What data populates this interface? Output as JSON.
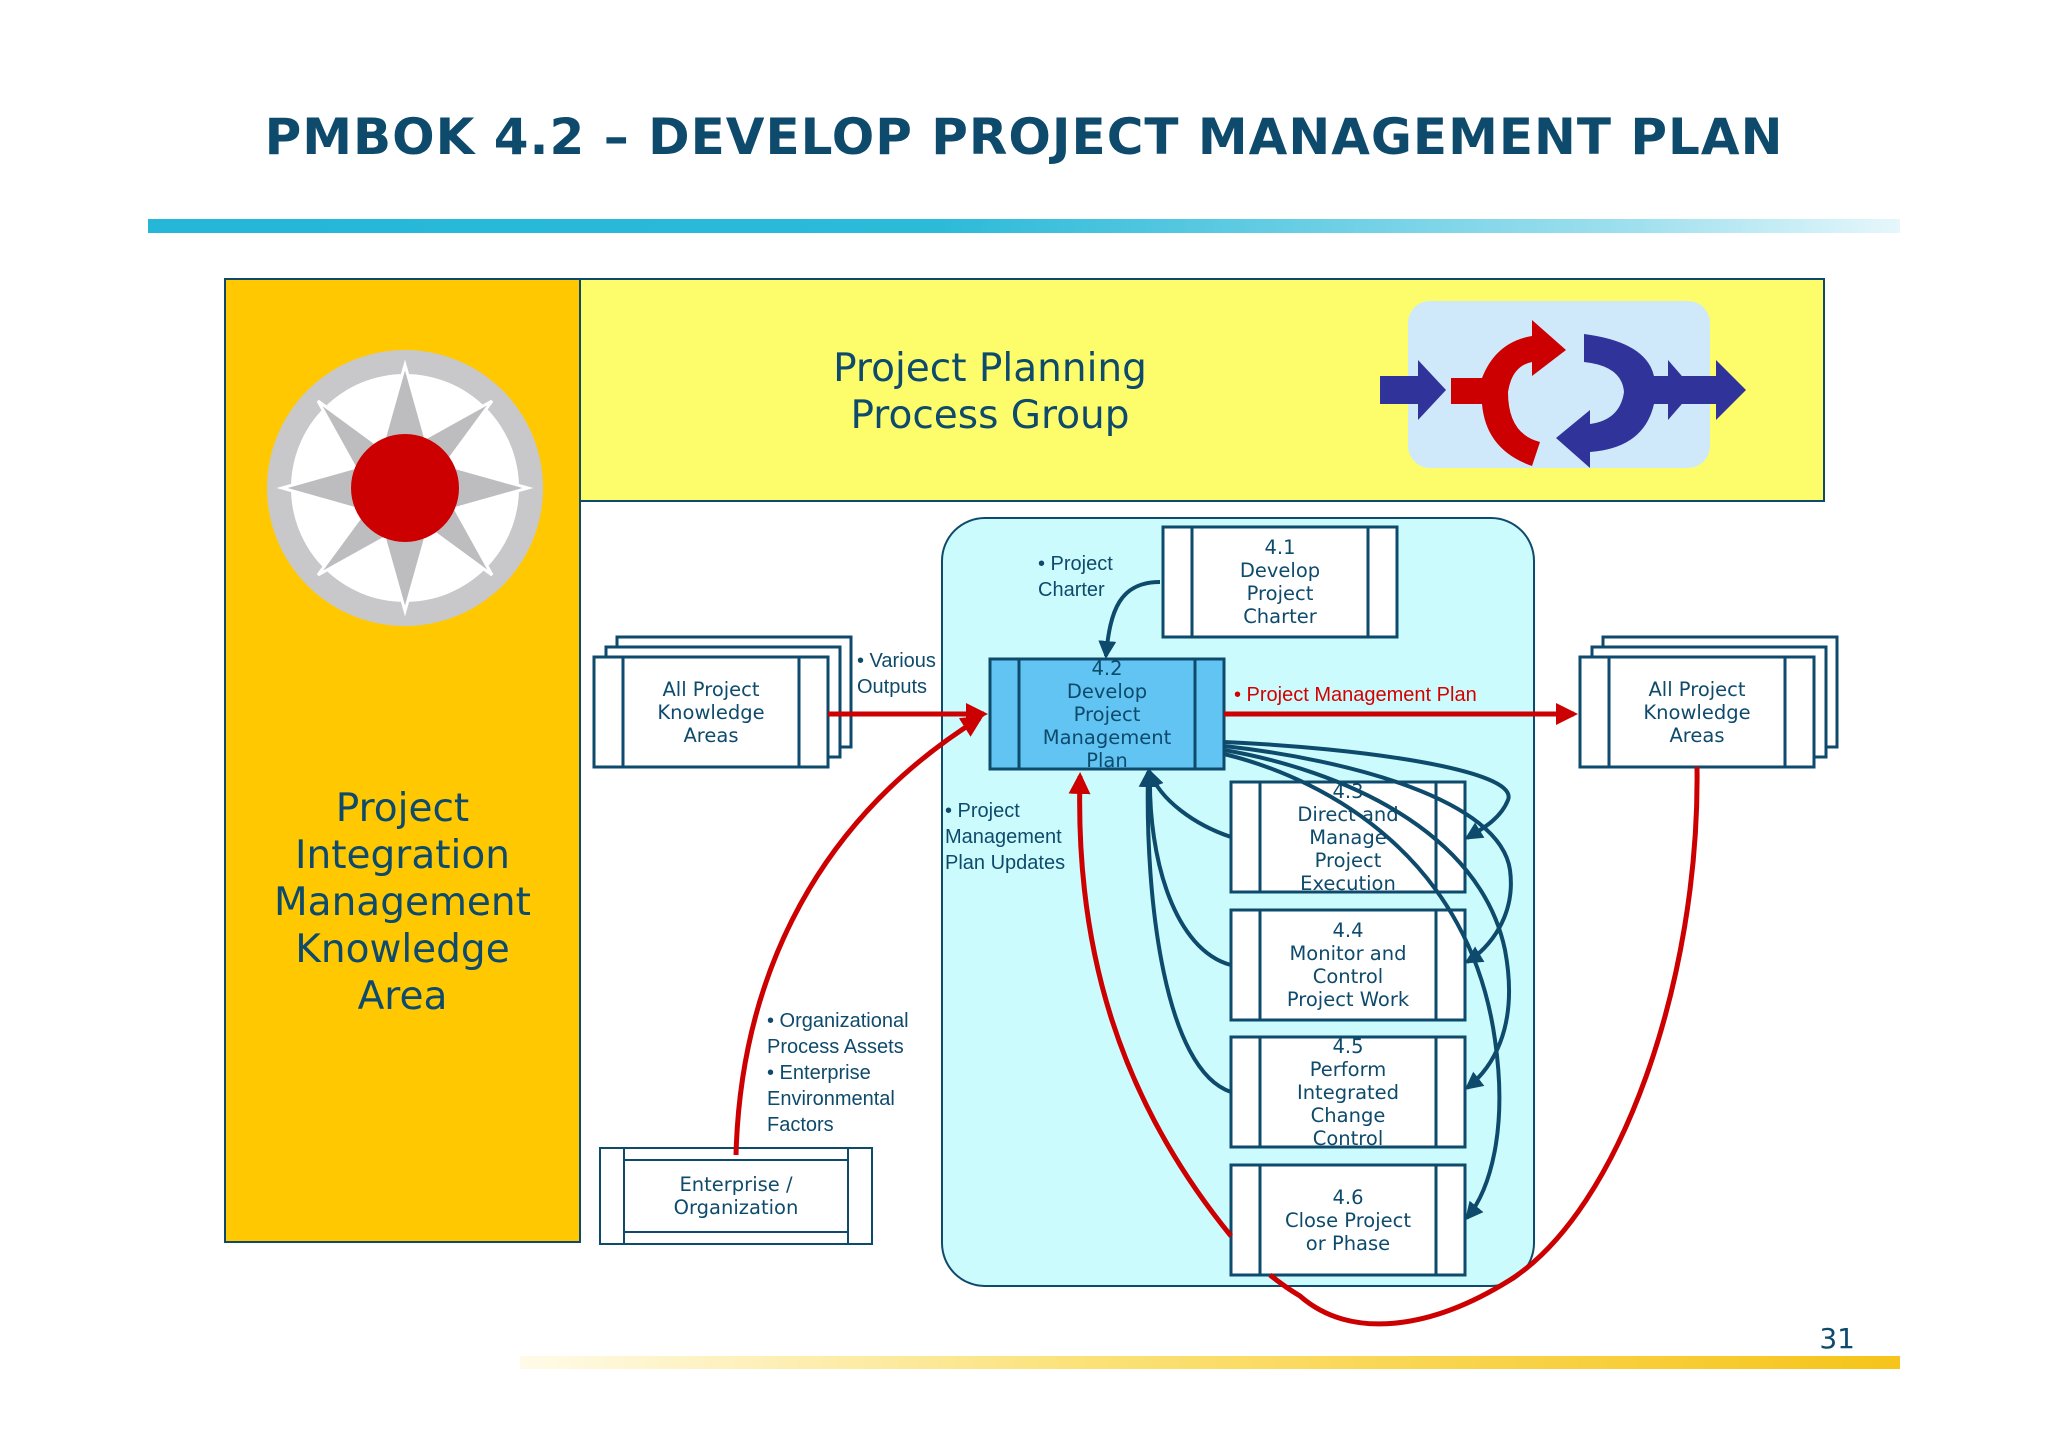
{
  "title": "PMBOK 4.2 – DEVELOP PROJECT MANAGEMENT PLAN",
  "page_number": "31",
  "knowledge_area_label": "Project\nIntegration\nManagement\nKnowledge\nArea",
  "process_group_label": "Project Planning\nProcess Group",
  "processes": {
    "p41": "4.1\nDevelop\nProject\nCharter",
    "p42": "4.2\nDevelop\nProject\nManagement\nPlan",
    "p43": "4.3\nDirect and\nManage\nProject\nExecution",
    "p44": "4.4\nMonitor and\nControl\nProject Work",
    "p45": "4.5\nPerform\nIntegrated\nChange\nControl",
    "p46": "4.6\nClose Project\nor Phase"
  },
  "knowledge_areas_left": "All Project\nKnowledge\nAreas",
  "knowledge_areas_right": "All Project\nKnowledge\nAreas",
  "enterprise": "Enterprise /\nOrganization",
  "notes": {
    "project_charter": "•  Project\n    Charter",
    "various_outputs": "•  Various\n    Outputs",
    "pm_plan": "•  Project Management Plan",
    "pm_plan_updates": "•  Project\n    Management\n    Plan Updates",
    "org_assets": "•  Organizational\n    Process Assets\n•  Enterprise\n    Environmental\n    Factors"
  },
  "colors": {
    "title": "#0e4a6b",
    "knowledge_panel": "#ffc800",
    "process_group_band": "#fdfd6c",
    "process_area": "#ccfbfd",
    "highlight_process": "#62c4f2",
    "arrow_red": "#cc0000",
    "arrow_dark": "#0e4a6b"
  }
}
